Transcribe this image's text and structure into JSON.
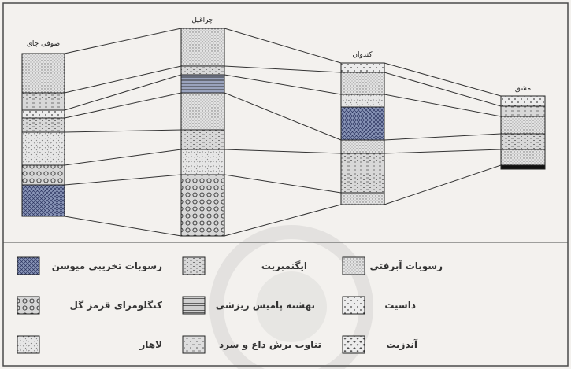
{
  "columns": [
    {
      "name": "صوفی چای"
    },
    {
      "name": "چراغیل"
    },
    {
      "name": "کندوان"
    },
    {
      "name": "مشق"
    }
  ],
  "legend": [
    {
      "label": "رسوبات تخریبی میوسن",
      "pattern": "hatch-cross"
    },
    {
      "label": "ایگنمبریت",
      "pattern": "dash-dot"
    },
    {
      "label": "رسوبات آبرفتی",
      "pattern": "dots-fine"
    },
    {
      "label": "کنگلومرای قرمز گل",
      "pattern": "circles"
    },
    {
      "label": "نهشته پامیس ریزشی",
      "pattern": "horiz-lines"
    },
    {
      "label": "داسیت",
      "pattern": "dots-sparse"
    },
    {
      "label": "لاهار",
      "pattern": "speckle"
    },
    {
      "label": "تناوب برش داغ و سرد",
      "pattern": "mixed"
    },
    {
      "label": "آندزیت",
      "pattern": "crosses"
    }
  ],
  "colors": {
    "background": "#f3f1ee",
    "ink": "#222222",
    "frame": "#4a4a4a"
  }
}
